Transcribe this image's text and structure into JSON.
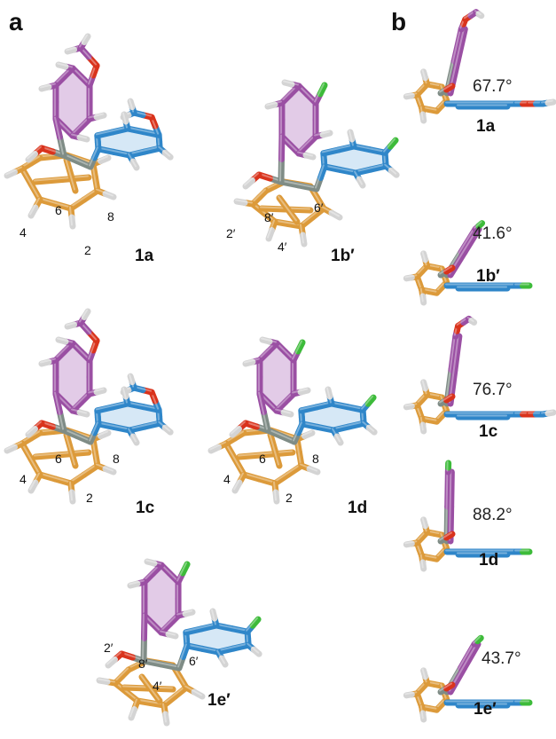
{
  "panels": {
    "a": "a",
    "b": "b"
  },
  "colors": {
    "purple": "#9a4fa3",
    "purple_fill": "#e2cbe7",
    "blue": "#2f86c9",
    "blue_fill": "#d6e8f6",
    "orange": "#dc9a3a",
    "gray": "#7f8c86",
    "red": "#d9331c",
    "green": "#3dbb3a",
    "hydrogen": "#d4d4d4"
  },
  "structures_a": [
    {
      "label": "1a",
      "atoms": [
        "6",
        "8",
        "4",
        "2"
      ],
      "substituent": "methoxy",
      "cage": "bicyclic"
    },
    {
      "label": "1b′",
      "atoms": [
        "8′",
        "6′",
        "2′",
        "4′"
      ],
      "substituent": "chloro",
      "cage": "bridged"
    },
    {
      "label": "1c",
      "atoms": [
        "6",
        "8",
        "4",
        "2"
      ],
      "substituent": "methoxy",
      "cage": "bicyclic"
    },
    {
      "label": "1d",
      "atoms": [
        "6",
        "8",
        "4",
        "2"
      ],
      "substituent": "chloro",
      "cage": "bicyclic"
    },
    {
      "label": "1e′",
      "atoms": [
        "2′",
        "8′",
        "6′",
        "4′"
      ],
      "substituent": "chloro",
      "cage": "bridged"
    }
  ],
  "panel_b": [
    {
      "label": "1a",
      "angle": "67.7°",
      "angle_value": 67.7,
      "substituent": "methoxy"
    },
    {
      "label": "1b′",
      "angle": "41.6°",
      "angle_value": 41.6,
      "substituent": "chloro"
    },
    {
      "label": "1c",
      "angle": "76.7°",
      "angle_value": 76.7,
      "substituent": "methoxy"
    },
    {
      "label": "1d",
      "angle": "88.2°",
      "angle_value": 88.2,
      "substituent": "chloro"
    },
    {
      "label": "1e′",
      "angle": "43.7°",
      "angle_value": 43.7,
      "substituent": "chloro"
    }
  ]
}
